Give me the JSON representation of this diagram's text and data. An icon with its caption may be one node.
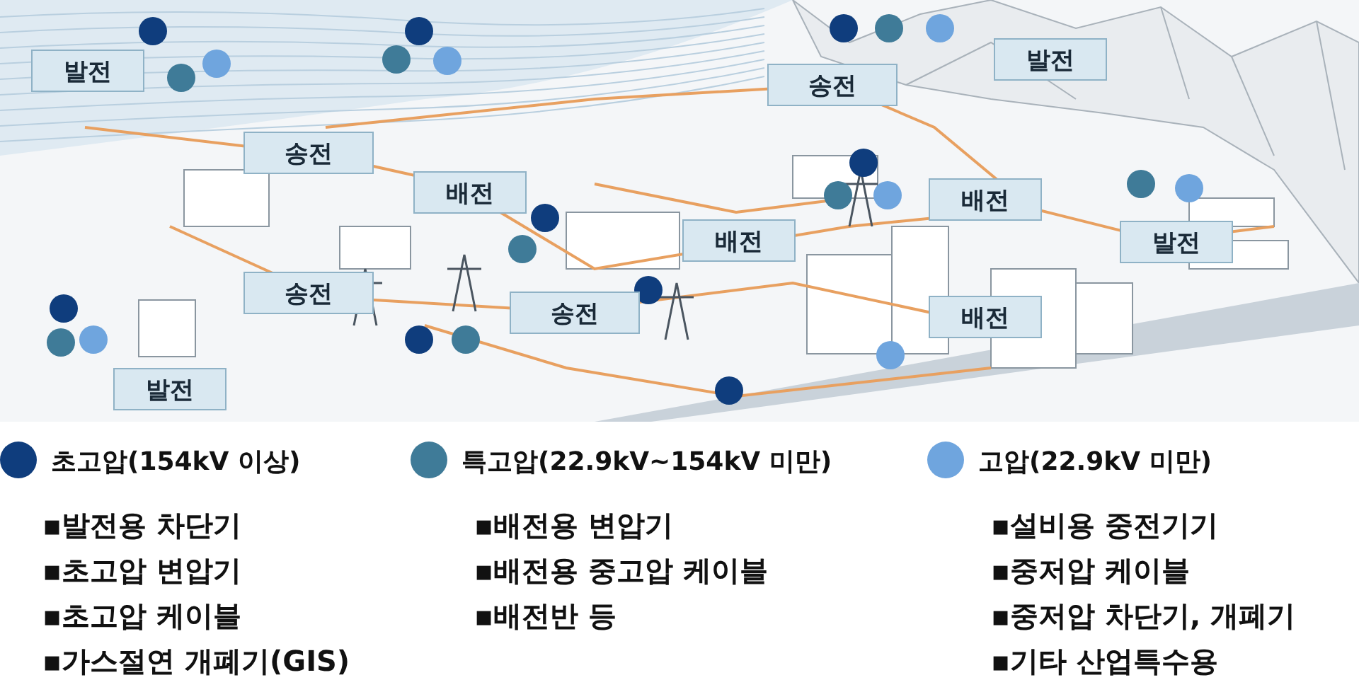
{
  "diagram": {
    "nodes": [
      {
        "text": [
          "발전"
        ]
      },
      {
        "text": [
          "송전"
        ]
      },
      {
        "text": [
          "배전"
        ]
      },
      {
        "text": [
          "송전"
        ]
      },
      {
        "text": [
          "발전"
        ]
      },
      {
        "text": [
          "배전"
        ]
      },
      {
        "text": [
          "배전"
        ]
      },
      {
        "text": [
          "발전"
        ]
      },
      {
        "text": [
          "송전"
        ]
      },
      {
        "text": [
          "송전"
        ]
      },
      {
        "text": [
          "배전"
        ]
      },
      {
        "text": [
          "발전"
        ]
      }
    ],
    "labels": [
      "▪발전용 차단기",
      "▪초고압 변압기",
      "▪초고압 케이블",
      "▪가스절연 개폐기(GIS)",
      "▪배전용 변압기",
      "▪배전용 중고압 케이블",
      "▪배전반 등",
      "▪설비용 중전기기",
      "▪중저압 케이블",
      "▪중저압 차단기, 개폐기",
      "▪기타 산업특수용"
    ],
    "legend": [
      {
        "text": "초고압(154kV 이상)",
        "color": "#0f3d7d"
      },
      {
        "text": "특고압(22.9kV~154kV 미만)",
        "color": "#3f7b98"
      },
      {
        "text": "고압(22.9kV 미만)",
        "color": "#6fa5de"
      }
    ]
  }
}
